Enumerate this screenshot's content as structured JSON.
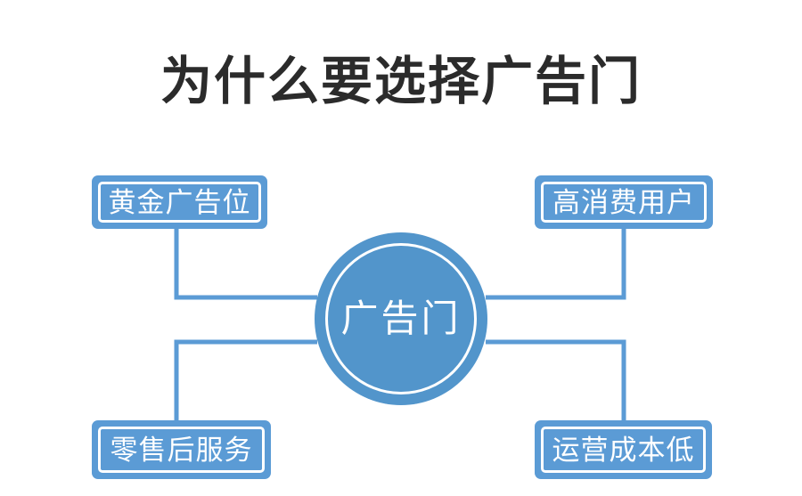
{
  "page": {
    "title": "为什么要选择广告门",
    "background": "#ffffff"
  },
  "colors": {
    "node_fill": "#5b9bd5",
    "hub_fill": "#5295cb",
    "connector": "#5b9bd5",
    "inner_border": "#ffffff",
    "title_text": "#2b2b2b",
    "node_text": "#ffffff"
  },
  "diagram": {
    "type": "hub-and-spoke",
    "hub": {
      "label": "广告门",
      "shape": "circle"
    },
    "nodes": [
      {
        "id": "top-left",
        "label": "黄金广告位"
      },
      {
        "id": "top-right",
        "label": "高消费用户"
      },
      {
        "id": "bottom-left",
        "label": "零售后服务"
      },
      {
        "id": "bottom-right",
        "label": "运营成本低"
      }
    ]
  }
}
